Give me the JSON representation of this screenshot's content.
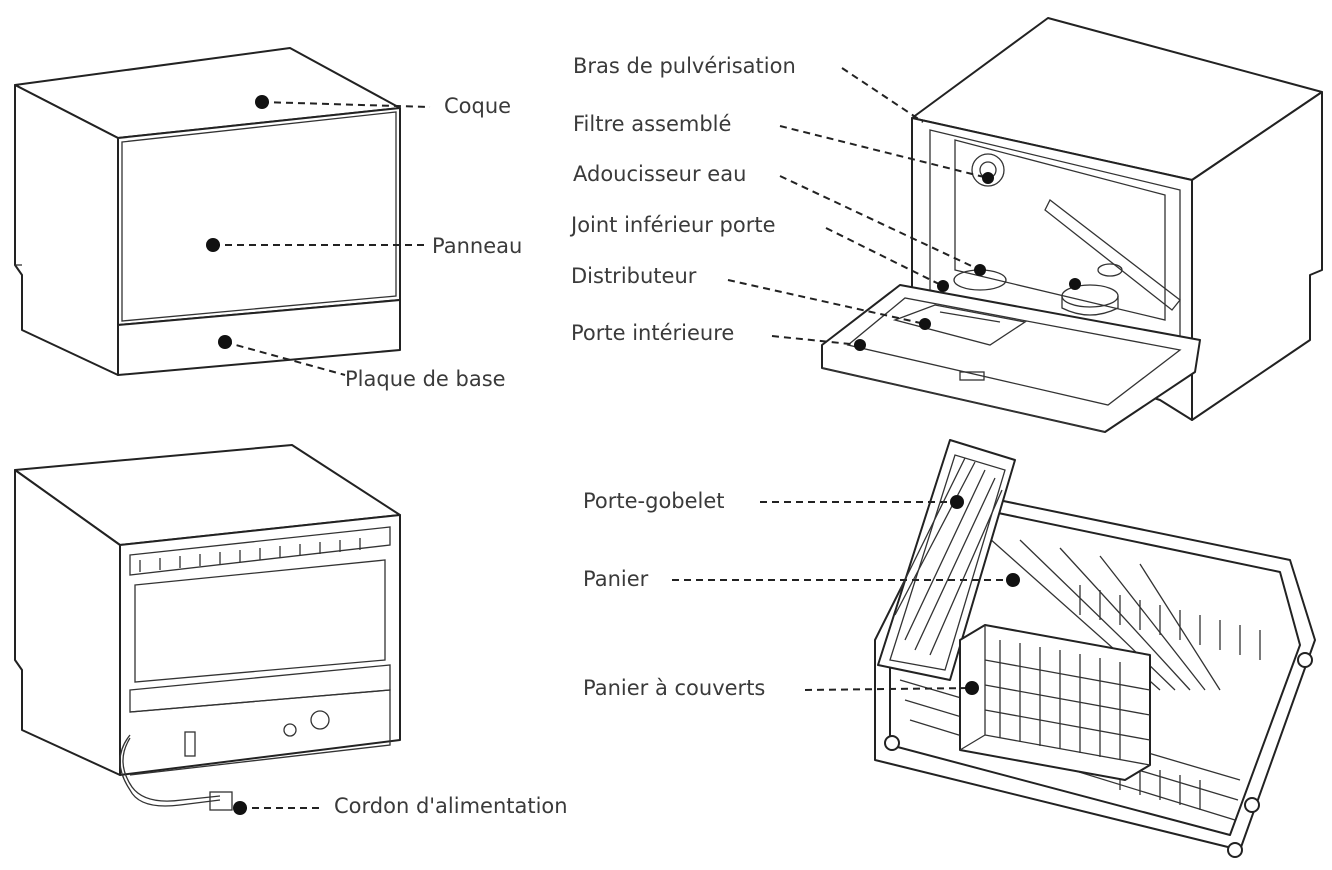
{
  "labels": {
    "coque": "Coque",
    "panneau": "Panneau",
    "plaque_base": "Plaque de base",
    "bras_pulverisation": "Bras de pulvérisation",
    "filtre_assemble": "Filtre assemblé",
    "adoucisseur_eau": "Adoucisseur eau",
    "joint_inferieur_porte": "Joint inférieur porte",
    "distributeur": "Distributeur",
    "porte_interieure": "Porte intérieure",
    "cordon_alimentation": "Cordon d'alimentation",
    "porte_gobelet": "Porte-gobelet",
    "panier": "Panier",
    "panier_couverts": "Panier à couverts"
  }
}
